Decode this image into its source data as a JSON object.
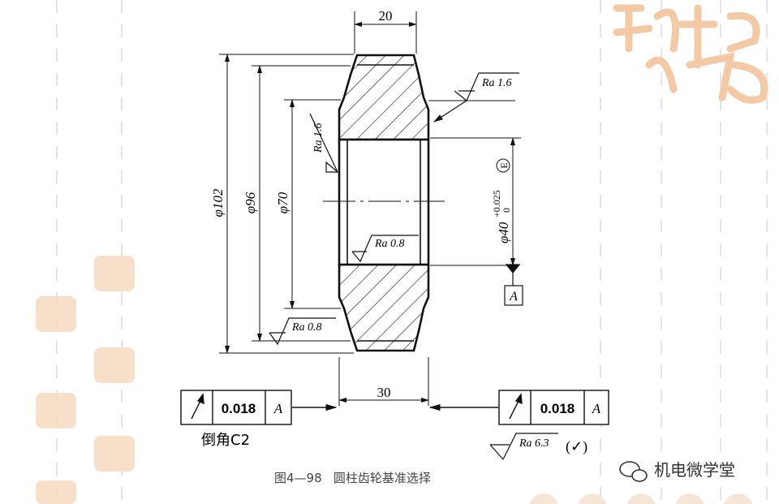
{
  "dimensions": {
    "width_top": "20",
    "width_bottom": "30",
    "dia_102": "φ102",
    "dia_96": "φ96",
    "dia_70": "φ70",
    "bore_base": "φ40",
    "bore_tol_upper": "+0.025",
    "bore_tol_lower": "0",
    "envelope": "E"
  },
  "roughness": {
    "ra_face_top": "Ra 1.6",
    "ra_left_vertical": "Ra 1.6",
    "ra_bore": "Ra 0.8",
    "ra_bottom_left": "Ra 0.8",
    "ra_general": "Ra 6.3",
    "ra_general_note": "(✓)"
  },
  "datum": {
    "letter": "A"
  },
  "fcf_left": {
    "symbol": "runout",
    "value": "0.018",
    "datum": "A"
  },
  "fcf_right": {
    "symbol": "runout",
    "value": "0.018",
    "datum": "A"
  },
  "chamfer_note": "倒角C2",
  "caption": "图4—98   圆柱齿轮基准选择",
  "watermark_text": "机电微学堂",
  "colors": {
    "ink": "#111111",
    "stamp": "#f3c9a6",
    "caption": "#444444"
  }
}
